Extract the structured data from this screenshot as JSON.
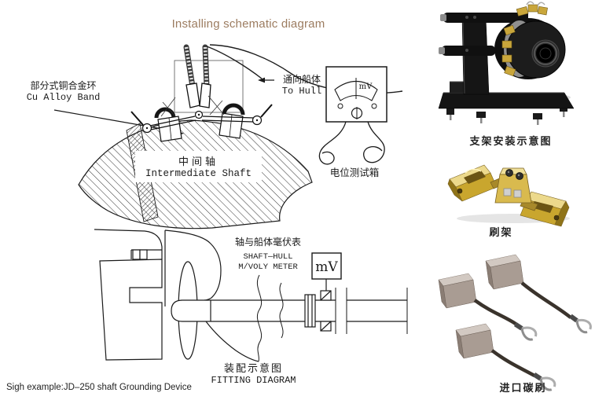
{
  "title": "Installing schematic diagram",
  "footer": "Sigh example:JD–250 shaft Grounding Device",
  "colors": {
    "title_text": "#9c7c60",
    "line_ink": "#1a1a1a",
    "brass": "#c9a62e",
    "photo_black": "#141414"
  },
  "schematic": {
    "cu_band": {
      "cn": "部分式铜合金环",
      "en": "Cu Alloy Band"
    },
    "to_hull": {
      "cn": "通向船体",
      "en": "To Hull"
    },
    "shaft": {
      "cn": "中间轴",
      "en": "Intermediate Shaft"
    },
    "meter_unit": "mV",
    "test_box_cn": "电位测试箱"
  },
  "fitting": {
    "meter_cn": "轴与船体毫伏表",
    "meter_en1": "SHAFT—HULL",
    "meter_en2": "M/VOLY METER",
    "meter_unit": "mV",
    "caption_cn": "装配示意图",
    "caption_en": "FITTING DIAGRAM"
  },
  "photos": [
    {
      "caption": "支架安装示意图"
    },
    {
      "caption": "刷架"
    },
    {
      "caption": "进口碳刷"
    }
  ]
}
